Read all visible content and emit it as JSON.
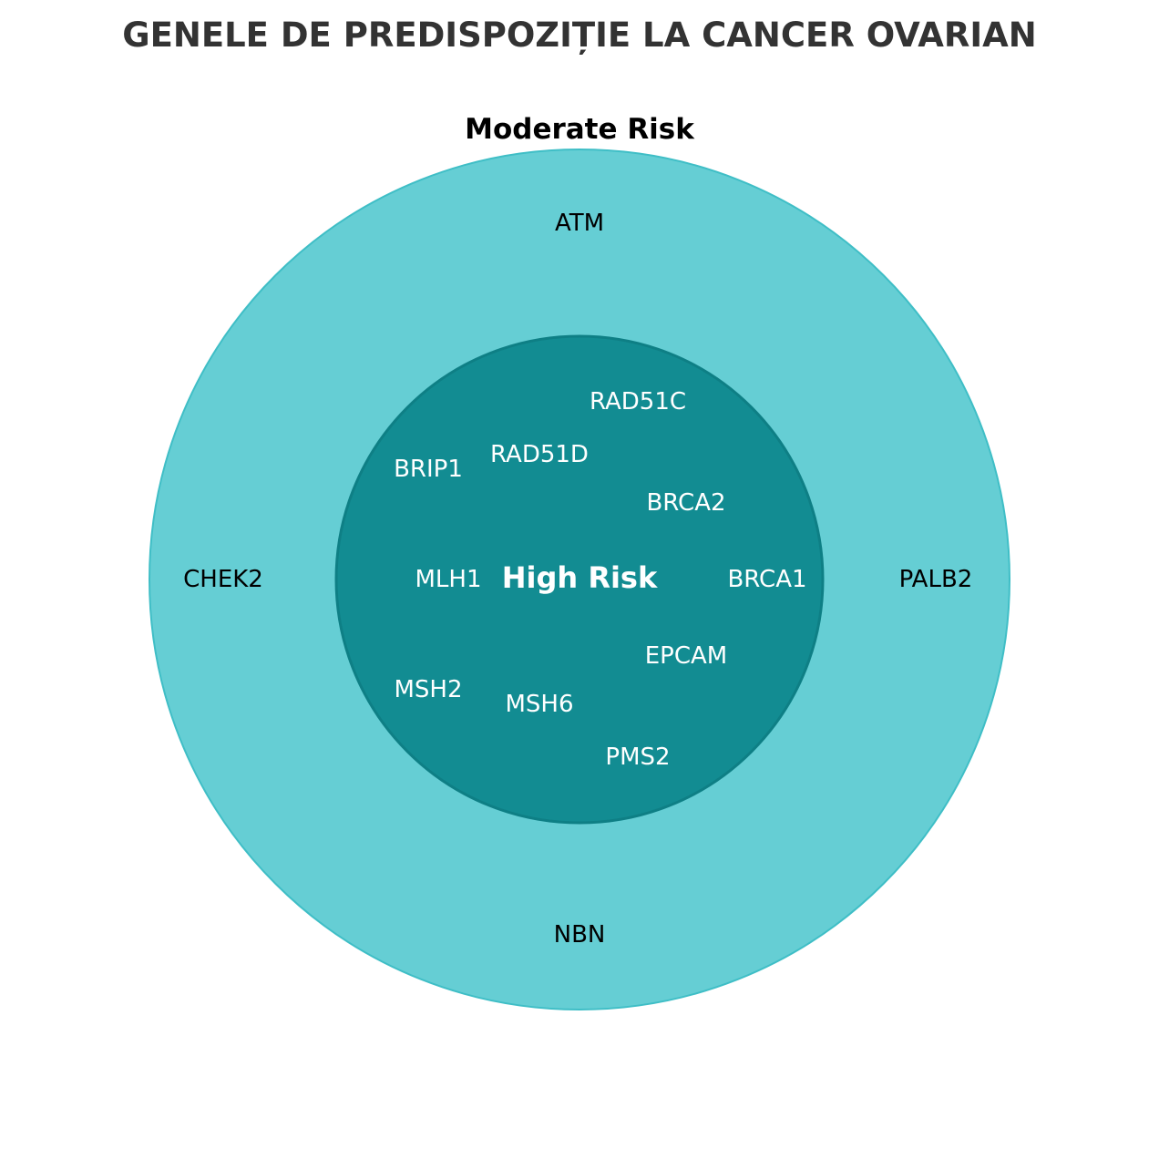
{
  "title": "GENELE DE PREDISPOZIȚIE LA CANCER OVARIAN",
  "colors": {
    "title": "#333333",
    "outer_fill": "#65ced4",
    "outer_stroke": "#3fbec6",
    "inner_fill": "#128c92",
    "inner_stroke": "#0e7f85",
    "outer_text": "#000000",
    "inner_text": "#ffffff"
  },
  "moderate": {
    "label": "Moderate Risk",
    "genes": [
      "ATM",
      "CHEK2",
      "NBN",
      "PALB2"
    ]
  },
  "high": {
    "label": "High Risk",
    "genes": [
      "RAD51C",
      "BRIP1",
      "RAD51D",
      "BRCA2",
      "MLH1",
      "BRCA1",
      "EPCAM",
      "MSH2",
      "MSH6",
      "PMS2"
    ]
  }
}
